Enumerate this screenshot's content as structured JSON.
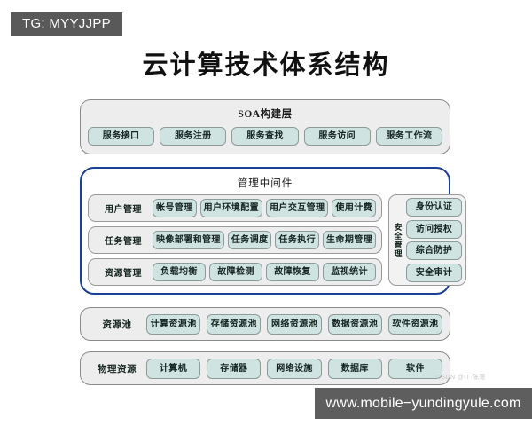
{
  "badge": {
    "text": "TG: MYYJJPP",
    "bg_color": "#595959",
    "text_color": "#ffffff"
  },
  "title": "云计算技术体系结构",
  "colors": {
    "chip_fill": "#cfe3e1",
    "chip_border": "#8c9a9a",
    "layer_fill": "#ededed",
    "layer_border": "#8a8a8a",
    "middleware_border": "#1b3f94",
    "watermark_bar": "#5e5e5e"
  },
  "soa_layer": {
    "title": "SOA构建层",
    "cells": [
      "服务接口",
      "服务注册",
      "服务查找",
      "服务访问",
      "服务工作流"
    ]
  },
  "middleware_layer": {
    "title": "管理中间件",
    "rows": [
      {
        "label": "用户管理",
        "cells": [
          "帐号管理",
          "用户环境配置",
          "用户交互管理",
          "使用计费"
        ]
      },
      {
        "label": "任务管理",
        "cells": [
          "映像部署和管理",
          "任务调度",
          "任务执行",
          "生命期管理"
        ]
      },
      {
        "label": "资源管理",
        "cells": [
          "负载均衡",
          "故障检测",
          "故障恢复",
          "监视统计"
        ]
      }
    ],
    "security": {
      "label": "安全管理",
      "label_chars": [
        "安",
        "全",
        "管",
        "理"
      ],
      "cells": [
        "身份认证",
        "访问授权",
        "综合防护",
        "安全审计"
      ]
    }
  },
  "resource_pool_layer": {
    "label": "资源池",
    "cells": [
      "计算资源池",
      "存储资源池",
      "网络资源池",
      "数据资源池",
      "软件资源池"
    ]
  },
  "physical_layer": {
    "label": "物理资源",
    "cells": [
      "计算机",
      "存储器",
      "网络设施",
      "数据库",
      "软件"
    ]
  },
  "watermarks": {
    "csdn": "CSDN @IT·陈寒",
    "url": "www.mobile−yundingyule.com"
  }
}
